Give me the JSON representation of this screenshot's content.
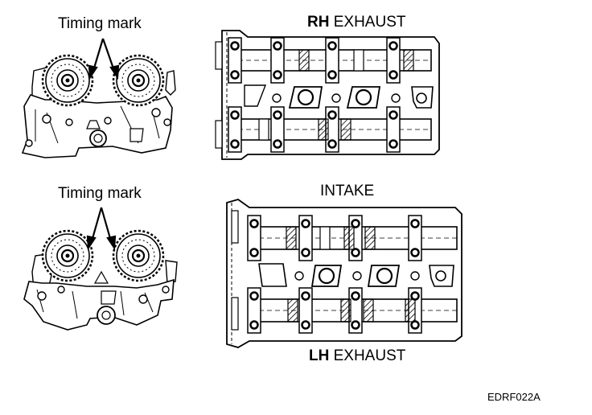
{
  "figure": {
    "code": "EDRF022A",
    "labels": {
      "timing_mark_upper": "Timing mark",
      "timing_mark_lower": "Timing mark",
      "rh_exhaust_bold": "RH",
      "rh_exhaust_rest": " EXHAUST",
      "intake": "INTAKE",
      "lh_exhaust_bold": "LH",
      "lh_exhaust_rest": " EXHAUST"
    }
  }
}
